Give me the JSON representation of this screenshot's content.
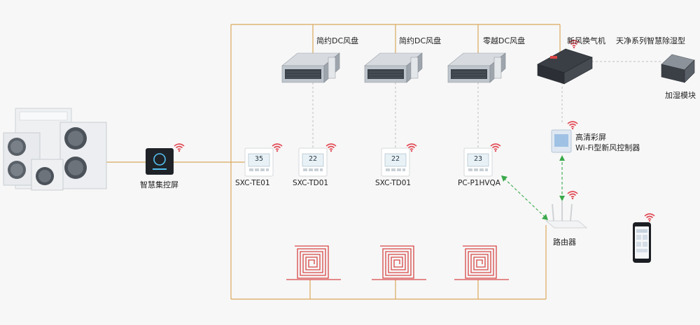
{
  "colors": {
    "pipe": "#d9a85c",
    "water": "#d84545",
    "dashed_gray": "#bfbfbf",
    "dashed_green": "#3aa94a",
    "wifi": "#e14a55",
    "background": "#f7f7f7"
  },
  "labels": {
    "control_screen": "智慧集控屏",
    "fan_coil_1": "简约DC风盘",
    "fan_coil_2": "简约DC风盘",
    "fan_coil_3": "零越DC风盘",
    "fresh_air_unit": "新风换气机",
    "dehumidifier": "天净系列智慧除湿型",
    "humidifier_module": "加湿模块",
    "hd_screen_line1": "高清彩屏",
    "hd_screen_line2": "Wi-Fi型新风控制器",
    "router": "路由器",
    "thermostat_1": "SXC-TE01",
    "thermostat_2": "SXC-TD01",
    "thermostat_3": "SXC-TD01",
    "thermostat_4": "PC-P1HVQA"
  },
  "displays": {
    "thermostat_1": "35",
    "thermostat_2": "22",
    "thermostat_3": "22",
    "thermostat_4": "23"
  },
  "icons": {
    "outdoor_units": "outdoor-unit-icon",
    "control_screen": "touch-panel-icon",
    "fan_coil": "ducted-fan-coil-icon",
    "fresh_air": "fresh-air-unit-icon",
    "humidifier": "humidifier-module-icon",
    "thermostat": "thermostat-icon",
    "floor_heating": "floor-heating-coil-icon",
    "router": "router-icon",
    "phone": "smartphone-icon",
    "wifi": "wifi-icon"
  }
}
